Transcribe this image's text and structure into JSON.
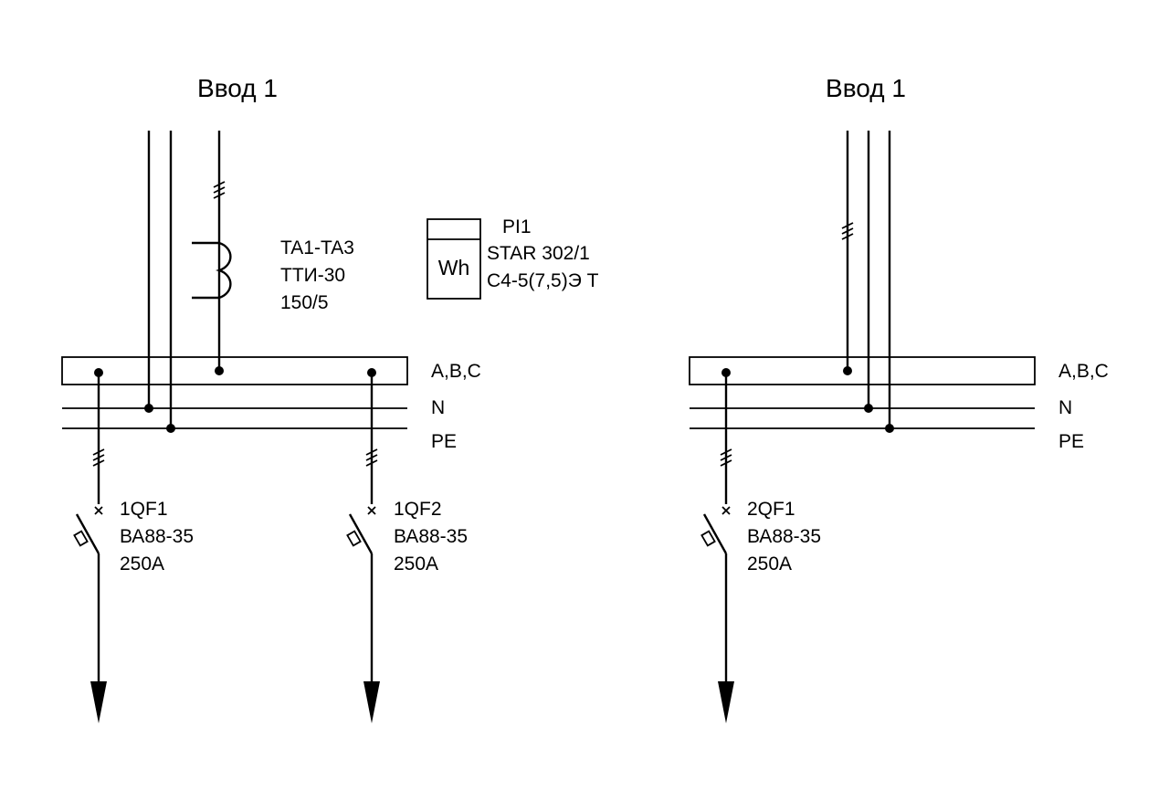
{
  "panel_left": {
    "title": "Ввод 1",
    "transformer": {
      "designation": "TA1-TA3",
      "model": "ТТИ-30",
      "ratio": "150/5"
    },
    "meter": {
      "symbol": "Wh",
      "designation": "PI1",
      "model": "STAR 302/1",
      "spec": "С4-5(7,5)Э Т"
    },
    "bus_labels": {
      "phase": "A,B,C",
      "neutral": "N",
      "protective": "PE"
    },
    "breakers": [
      {
        "designation": "1QF1",
        "model": "ВА88-35",
        "rating": "250A"
      },
      {
        "designation": "1QF2",
        "model": "ВА88-35",
        "rating": "250A"
      }
    ]
  },
  "panel_right": {
    "title": "Ввод 1",
    "bus_labels": {
      "phase": "A,B,C",
      "neutral": "N",
      "protective": "PE"
    },
    "breakers": [
      {
        "designation": "2QF1",
        "model": "ВА88-35",
        "rating": "250A"
      }
    ]
  }
}
